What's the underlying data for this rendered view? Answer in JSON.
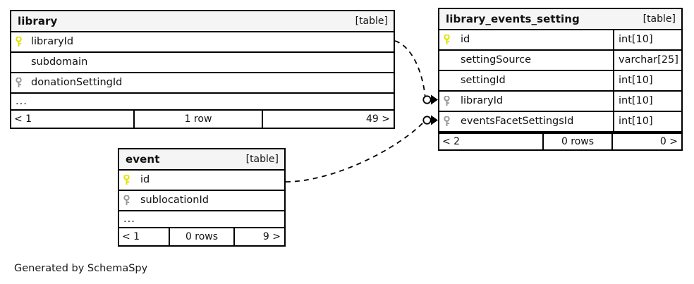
{
  "diagram": {
    "kind": "database-schema",
    "generator_caption": "Generated by SchemaSpy",
    "table_tag": "[table]",
    "colors": {
      "primary_key_icon": "#e8e800",
      "foreign_key_icon": "#9a9a9a",
      "header_background": "#f5f5f5",
      "border": "#000000",
      "text": "#111111",
      "connector": "#000000"
    }
  },
  "tables": [
    {
      "id": "library",
      "name": "library",
      "tag": "[table]",
      "columns": [
        {
          "name": "libraryId",
          "type": "",
          "key": "primary"
        },
        {
          "name": "subdomain",
          "type": "",
          "key": "none"
        },
        {
          "name": "donationSettingId",
          "type": "",
          "key": "foreign"
        }
      ],
      "more_indicator": "...",
      "footer": {
        "prev": "< 1",
        "rows": "1 row",
        "next": "49 >"
      }
    },
    {
      "id": "library_events_setting",
      "name": "library_events_setting",
      "tag": "[table]",
      "columns": [
        {
          "name": "id",
          "type": "int[10]",
          "key": "primary"
        },
        {
          "name": "settingSource",
          "type": "varchar[25]",
          "key": "none"
        },
        {
          "name": "settingId",
          "type": "int[10]",
          "key": "none"
        },
        {
          "name": "libraryId",
          "type": "int[10]",
          "key": "foreign"
        },
        {
          "name": "eventsFacetSettingsId",
          "type": "int[10]",
          "key": "foreign"
        }
      ],
      "more_indicator": "",
      "footer": {
        "prev": "< 2",
        "rows": "0 rows",
        "next": "0 >"
      }
    },
    {
      "id": "event",
      "name": "event",
      "tag": "[table]",
      "columns": [
        {
          "name": "id",
          "type": "",
          "key": "primary"
        },
        {
          "name": "sublocationId",
          "type": "",
          "key": "foreign"
        }
      ],
      "more_indicator": "...",
      "footer": {
        "prev": "< 1",
        "rows": "0 rows",
        "next": "9 >"
      }
    }
  ],
  "relationships": [
    {
      "id": "library-to-les-libraryId",
      "from_table": "library",
      "from_column": "libraryId",
      "to_table": "library_events_setting",
      "to_column": "libraryId",
      "style": "dashed",
      "source_marker": "none",
      "target_marker": "crowsfoot-optional"
    },
    {
      "id": "event-to-les-eventsFacetSettingsId",
      "from_table": "event",
      "from_column": "id",
      "to_table": "library_events_setting",
      "to_column": "eventsFacetSettingsId",
      "style": "dashed",
      "source_marker": "none",
      "target_marker": "crowsfoot-optional"
    }
  ]
}
